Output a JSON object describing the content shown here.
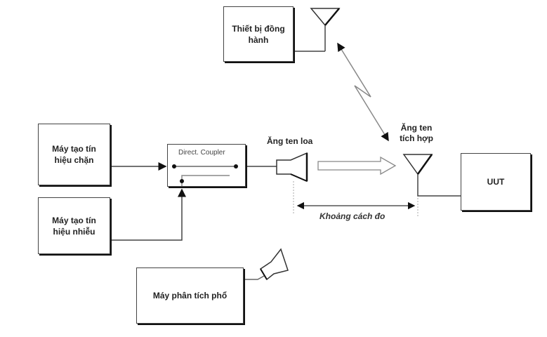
{
  "boxes": {
    "companion_device": "Thiết bị đồng hành",
    "blocking_signal_generator": "Máy tạo tín hiệu chặn",
    "noise_signal_generator": "Máy tạo tín hiệu nhiễu",
    "direct_coupler": "Direct. Coupler",
    "spectrum_analyzer": "Máy phân tích phổ",
    "uut": "UUT"
  },
  "labels": {
    "horn_antenna": "Ăng ten loa",
    "integrated_antenna": "Ăng ten tích hợp",
    "measurement_distance": "Khoảng cách đo"
  }
}
